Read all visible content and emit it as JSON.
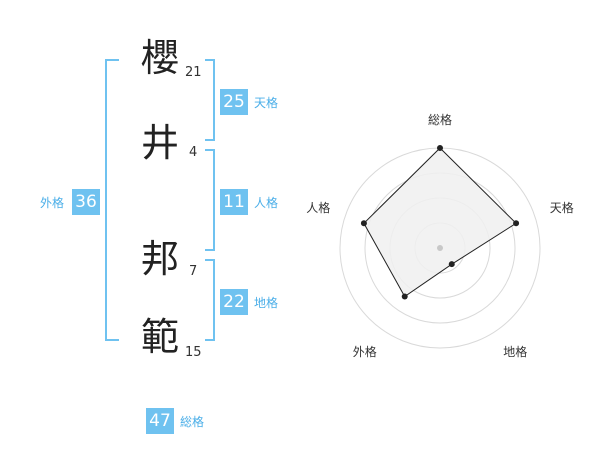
{
  "name_chars": [
    {
      "char": "櫻",
      "strokes": "21"
    },
    {
      "char": "井",
      "strokes": "4"
    },
    {
      "char": "邦",
      "strokes": "7"
    },
    {
      "char": "範",
      "strokes": "15"
    }
  ],
  "scores": {
    "tenkaku": {
      "label": "天格",
      "value": "25"
    },
    "jinkaku": {
      "label": "人格",
      "value": "11"
    },
    "chikaku": {
      "label": "地格",
      "value": "22"
    },
    "gaikaku": {
      "label": "外格",
      "value": "36"
    },
    "soukaku": {
      "label": "総格",
      "value": "47"
    }
  },
  "chart_data": {
    "type": "radar",
    "axes": [
      "総格",
      "天格",
      "地格",
      "外格",
      "人格"
    ],
    "values": [
      5,
      4,
      1,
      3,
      4
    ],
    "rmax": 5,
    "rings": 4,
    "fill": "#f0f0f0",
    "ring_color": "#d9d9d9",
    "line_color": "#222222"
  },
  "colors": {
    "accent": "#6fc2f0",
    "accent_text": "#4aaee8"
  }
}
